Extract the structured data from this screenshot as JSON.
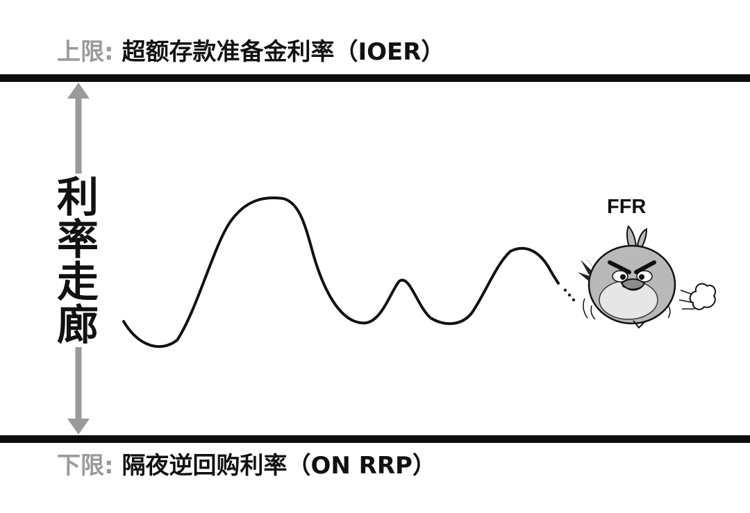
{
  "upper_bound": {
    "prefix": "上限:",
    "name": "超额存款准备金利率（IOER）"
  },
  "lower_bound": {
    "prefix": "下限:",
    "name": "隔夜逆回购利率（ON RRP）"
  },
  "corridor_label": "利率走廊",
  "ffr_label": "FFR",
  "colors": {
    "bound_line": "#0d0d0d",
    "arrow": "#9a9a9a",
    "prefix_text": "#9a9a9a",
    "curve": "#111111",
    "bird_body": "#b9b9b9"
  },
  "icons": {
    "character": "angry-bird-icon",
    "puff": "smoke-puff-icon"
  }
}
